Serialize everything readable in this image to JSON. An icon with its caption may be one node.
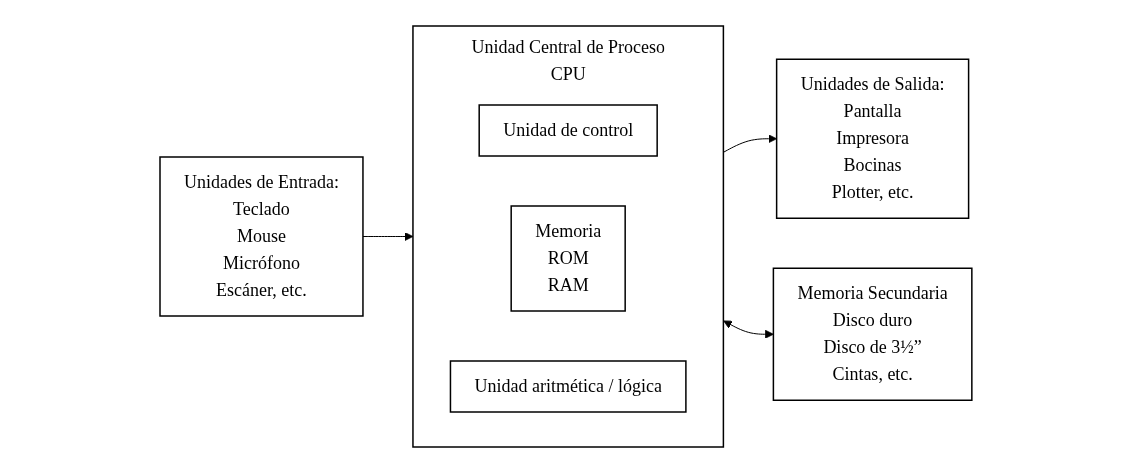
{
  "diagram": {
    "nodes": [
      {
        "text": [
          "Unidades de Entrada:",
          "Teclado",
          "Mouse",
          "Micrófono",
          "Escáner, etc."
        ]
      },
      {
        "text": [
          "Unidad Central de Proceso",
          "CPU"
        ]
      },
      {
        "text": [
          "Unidad de control"
        ],
        "in": 1
      },
      {
        "text": [
          "Memoria",
          "ROM",
          "RAM"
        ],
        "in": 1
      },
      {
        "text": [
          "Unidad aritmética / lógica"
        ],
        "in": 1
      },
      {
        "text": [
          "Unidades de Salida:",
          "Pantalla",
          "Impresora",
          "Bocinas",
          "Plotter, etc."
        ]
      },
      {
        "text": [
          "Memoria Secundaria",
          "Disco duro",
          "Disco de 3½”",
          "Cintas, etc."
        ]
      }
    ],
    "edges": [
      {
        "from": 0,
        "to": 1,
        "arrow": "to"
      },
      {
        "from": 1,
        "to": 5,
        "arrow": "to"
      },
      {
        "from": 1,
        "to": 6,
        "arrow": "both"
      }
    ]
  }
}
